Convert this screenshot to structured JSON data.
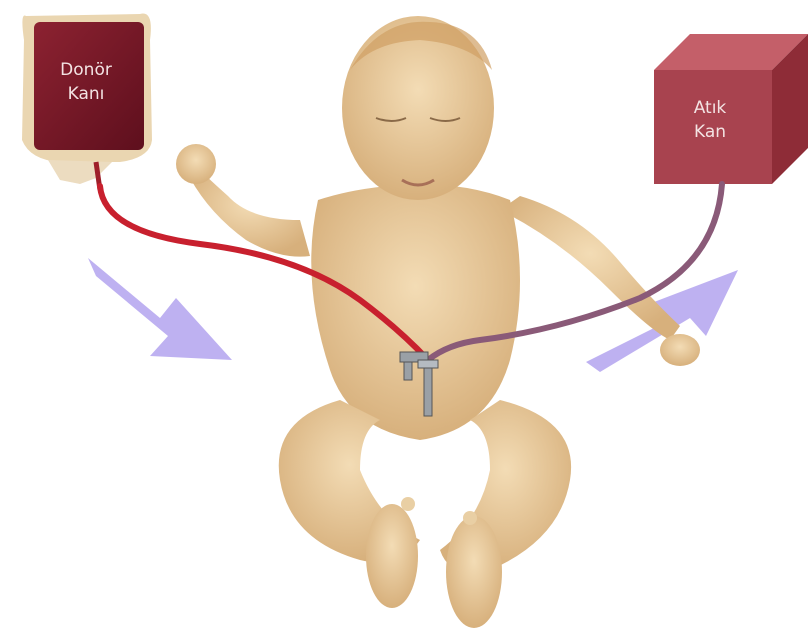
{
  "labels": {
    "donor_blood": [
      "Donör",
      "Kanı"
    ],
    "waste_blood": [
      "Atık",
      "Kan"
    ]
  },
  "colors": {
    "donor_bag": "#7a1a2a",
    "waste_box": "#a8434f",
    "red_tube": "#c8202e",
    "purple_tube": "#8a5a78",
    "arrow": "#b7a8f0",
    "skin": "#e8c79a"
  },
  "icons": [
    "blood-bag-icon",
    "waste-box-icon",
    "flow-arrow-icon",
    "infant-figure",
    "umbilical-catheter-icon"
  ]
}
